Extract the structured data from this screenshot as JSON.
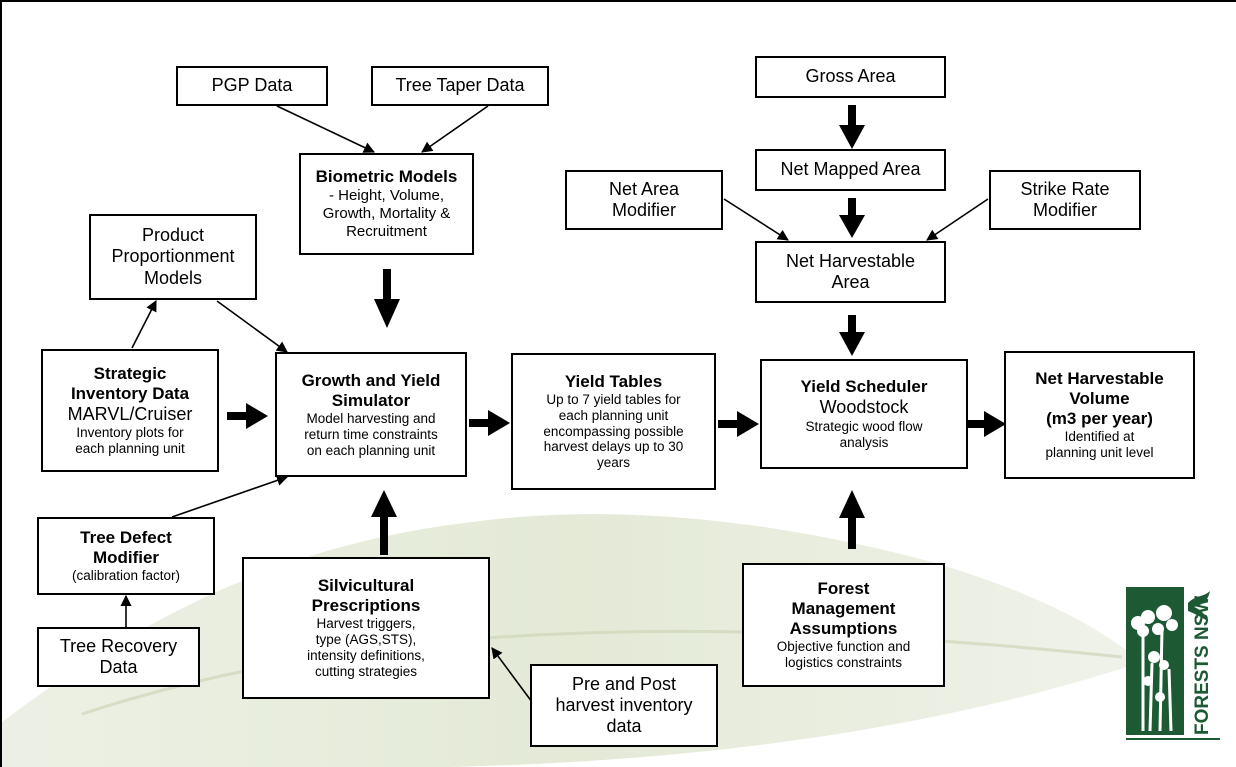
{
  "diagram": {
    "nodes": {
      "pgp_data": {
        "lines": [
          "PGP Data"
        ]
      },
      "tree_taper_data": {
        "lines": [
          "Tree Taper Data"
        ]
      },
      "biometric_models": {
        "title": "Biometric Models",
        "lines": [
          "- Height, Volume,",
          "Growth, Mortality &",
          "Recruitment"
        ]
      },
      "product_proportionment": {
        "lines": [
          "Product",
          "Proportionment",
          "Models"
        ]
      },
      "strategic_inventory": {
        "title_lines": [
          "Strategic",
          "Inventory Data"
        ],
        "subtitle": "MARVL/Cruiser",
        "lines": [
          "Inventory plots for",
          "each planning unit"
        ]
      },
      "growth_yield_simulator": {
        "title_lines": [
          "Growth and Yield",
          "Simulator"
        ],
        "lines": [
          "Model harvesting and",
          "return time constraints",
          "on each planning unit"
        ]
      },
      "yield_tables": {
        "title": "Yield Tables",
        "lines": [
          "Up to 7 yield tables for",
          "each planning unit",
          "encompassing possible",
          "harvest delays up to 30",
          "years"
        ]
      },
      "gross_area": {
        "lines": [
          "Gross Area"
        ]
      },
      "net_mapped_area": {
        "lines": [
          "Net Mapped Area"
        ]
      },
      "net_area_modifier": {
        "lines": [
          "Net Area",
          "Modifier"
        ]
      },
      "strike_rate_modifier": {
        "lines": [
          "Strike Rate",
          "Modifier"
        ]
      },
      "net_harvestable_area": {
        "lines": [
          "Net Harvestable",
          "Area"
        ]
      },
      "yield_scheduler": {
        "title": "Yield Scheduler",
        "subtitle": "Woodstock",
        "lines": [
          "Strategic wood flow",
          "analysis"
        ]
      },
      "net_harvestable_volume": {
        "title_lines": [
          "Net Harvestable",
          "Volume",
          "(m3 per year)"
        ],
        "lines": [
          "Identified at",
          "planning unit level"
        ]
      },
      "tree_defect_modifier": {
        "title_lines": [
          "Tree Defect",
          "Modifier"
        ],
        "lines": [
          "(calibration factor)"
        ]
      },
      "tree_recovery_data": {
        "lines": [
          "Tree Recovery",
          "Data"
        ]
      },
      "silvicultural_prescriptions": {
        "title_lines": [
          "Silvicultural",
          "Prescriptions"
        ],
        "lines": [
          "Harvest triggers,",
          "type (AGS,STS),",
          "intensity definitions,",
          "cutting strategies"
        ]
      },
      "pre_post_harvest": {
        "lines": [
          "Pre and Post",
          "harvest inventory",
          "data"
        ]
      },
      "forest_management": {
        "title_lines": [
          "Forest",
          "Management",
          "Assumptions"
        ],
        "lines": [
          "Objective function and",
          "logistics constraints"
        ]
      }
    },
    "logo": {
      "text": "FORESTS NSW",
      "color": "#1d5a34"
    },
    "colors": {
      "leaf": "#dfe6cf",
      "line": "#000000"
    }
  }
}
